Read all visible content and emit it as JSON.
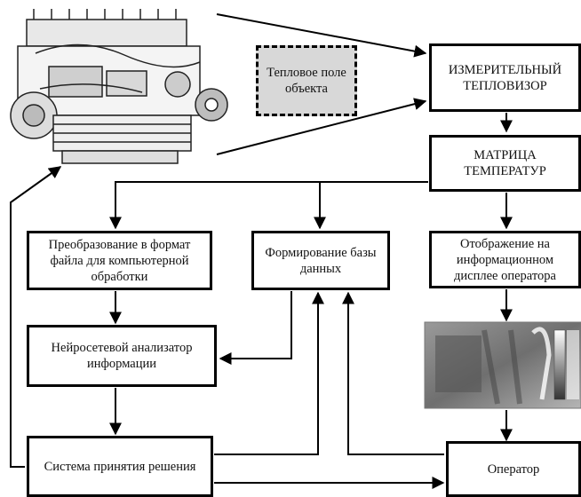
{
  "nodes": {
    "heat_field": "Тепловое поле объекта",
    "thermal_imager": "ИЗМЕРИТЕЛЬНЫЙ ТЕПЛОВИЗОР",
    "temperature_matrix": "МАТРИЦА ТЕМПЕРАТУР",
    "file_conversion": "Преобразование в формат файла для компьютерной обработки",
    "database": "Формирование базы данных",
    "display": "Отображение на информационном дисплее оператора",
    "neural_analyzer": "Нейросетевой анализатор информации",
    "decision_system": "Система принятия решения",
    "operator": "Оператор"
  }
}
